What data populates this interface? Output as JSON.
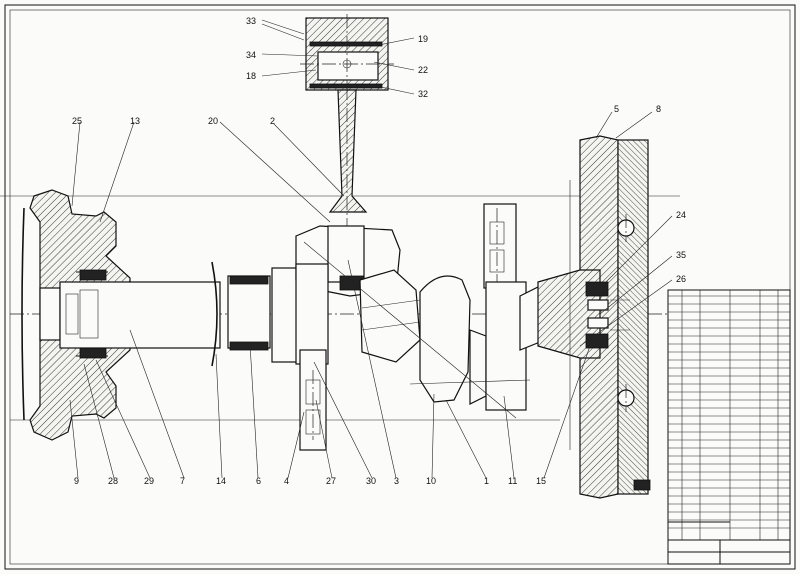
{
  "drawing": {
    "callouts": [
      {
        "id": "33",
        "label": "33"
      },
      {
        "id": "34",
        "label": "34"
      },
      {
        "id": "18",
        "label": "18"
      },
      {
        "id": "19",
        "label": "19"
      },
      {
        "id": "22",
        "label": "22"
      },
      {
        "id": "32",
        "label": "32"
      },
      {
        "id": "25",
        "label": "25"
      },
      {
        "id": "13",
        "label": "13"
      },
      {
        "id": "20",
        "label": "20"
      },
      {
        "id": "2",
        "label": "2"
      },
      {
        "id": "5",
        "label": "5"
      },
      {
        "id": "8",
        "label": "8"
      },
      {
        "id": "24",
        "label": "24"
      },
      {
        "id": "35",
        "label": "35"
      },
      {
        "id": "26",
        "label": "26"
      },
      {
        "id": "9",
        "label": "9"
      },
      {
        "id": "28",
        "label": "28"
      },
      {
        "id": "29",
        "label": "29"
      },
      {
        "id": "7",
        "label": "7"
      },
      {
        "id": "14",
        "label": "14"
      },
      {
        "id": "6",
        "label": "6"
      },
      {
        "id": "4",
        "label": "4"
      },
      {
        "id": "27",
        "label": "27"
      },
      {
        "id": "30",
        "label": "30"
      },
      {
        "id": "3",
        "label": "3"
      },
      {
        "id": "10",
        "label": "10"
      },
      {
        "id": "1",
        "label": "1"
      },
      {
        "id": "11",
        "label": "11"
      },
      {
        "id": "15",
        "label": "15"
      }
    ]
  }
}
